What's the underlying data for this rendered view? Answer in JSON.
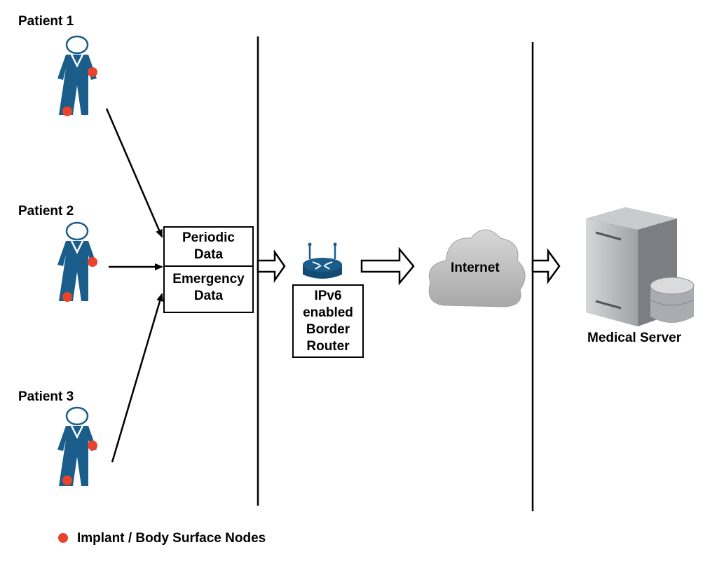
{
  "patients": [
    {
      "label": "Patient 1"
    },
    {
      "label": "Patient 2"
    },
    {
      "label": "Patient 3"
    }
  ],
  "data_box": {
    "periodic": [
      "Periodic",
      "Data"
    ],
    "emergency": [
      "Emergency",
      "Data"
    ]
  },
  "router": {
    "lines": [
      "IPv6",
      "enabled",
      "Border",
      "Router"
    ]
  },
  "cloud": {
    "label": "Internet"
  },
  "server": {
    "label": "Medical Server"
  },
  "legend": {
    "label": "Implant / Body Surface Nodes"
  },
  "colors": {
    "person": "#1a5d8a",
    "node": "#e8432d",
    "cloud": "#c8c8c8",
    "server": "#b8babd"
  }
}
